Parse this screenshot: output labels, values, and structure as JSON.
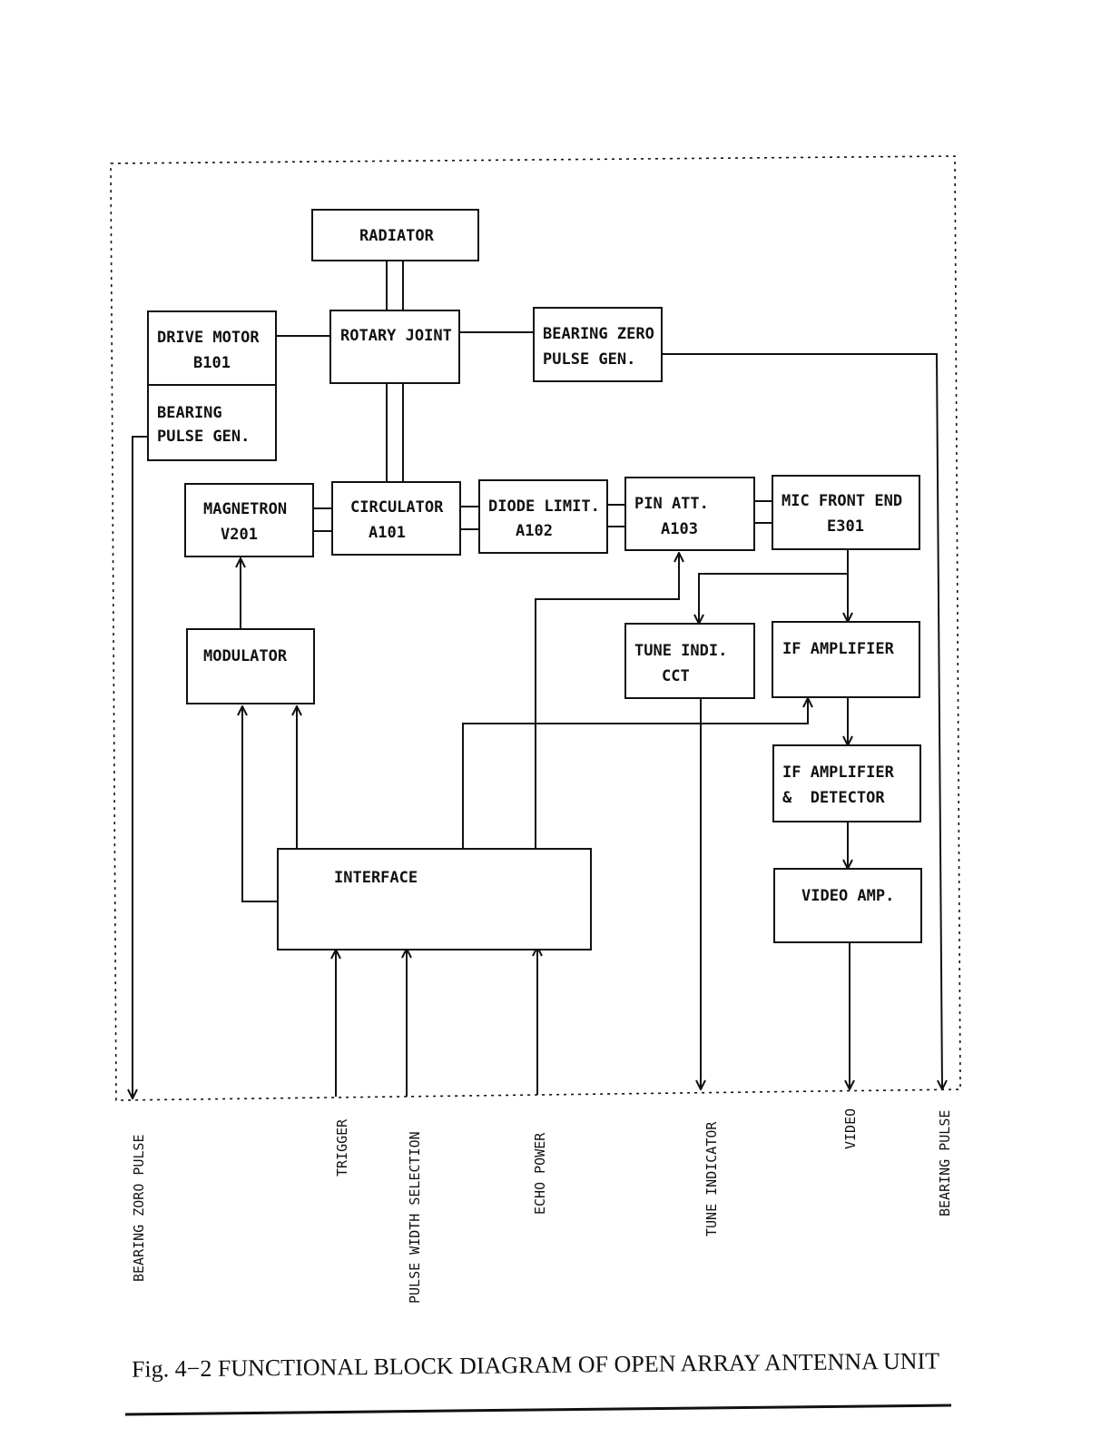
{
  "blocks": {
    "radiator": [
      "RADIATOR"
    ],
    "rotary_joint": [
      "ROTARY JOINT"
    ],
    "drive_motor": [
      "DRIVE MOTOR",
      "B101"
    ],
    "bearing_pulse_gen": [
      "BEARING",
      "PULSE GEN."
    ],
    "bearing_zero_pulse_gen": [
      "BEARING ZERO",
      "PULSE GEN."
    ],
    "magnetron": [
      "MAGNETRON",
      "V201"
    ],
    "circulator": [
      "CIRCULATOR",
      "A101"
    ],
    "diode_limit": [
      "DIODE LIMIT.",
      "A102"
    ],
    "pin_att": [
      "PIN ATT.",
      "A103"
    ],
    "mic_front_end": [
      "MIC FRONT END",
      "E301"
    ],
    "modulator": [
      "MODULATOR"
    ],
    "tune_indi": [
      "TUNE INDI.",
      "CCT"
    ],
    "if_amplifier": [
      "IF AMPLIFIER"
    ],
    "if_amp_detector": [
      "IF AMPLIFIER",
      "&  DETECTOR"
    ],
    "video_amp": [
      "VIDEO AMP."
    ],
    "interface": [
      "INTERFACE"
    ]
  },
  "signals": {
    "bearing_zero_pulse": "BEARING ZORO PULSE",
    "trigger": "TRIGGER",
    "pulse_width_selection": "PULSE WIDTH SELECTION",
    "echo_power": "ECHO POWER",
    "tune_indicator": "TUNE INDICATOR",
    "video": "VIDEO",
    "bearing_pulse": "BEARING PULSE"
  },
  "caption": "Fig. 4−2 FUNCTIONAL BLOCK DIAGRAM OF OPEN ARRAY ANTENNA UNIT"
}
